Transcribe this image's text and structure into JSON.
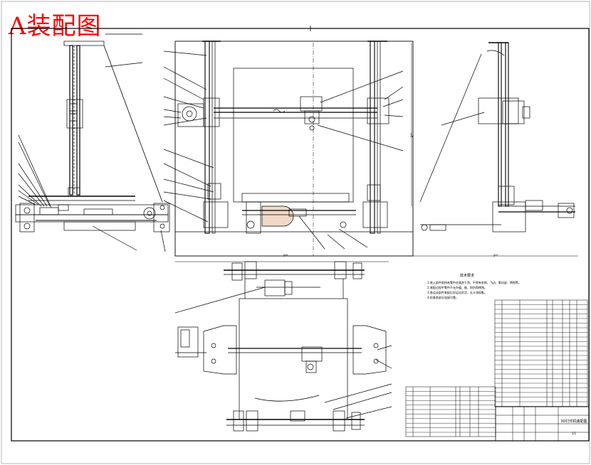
{
  "title": "A装配图",
  "tech_requirements": {
    "heading": "技术要求",
    "lines": [
      "1.装入部件前所有零件应清洗干净，不得有毛刺、飞边、氧化皮、锈蚀等。",
      "2.装配过程中零件不允许磕、碰、划伤和锈蚀。",
      "3.各运动部件装配后应运动灵活，无卡滞现象。",
      "4.检查各部分连接可靠。"
    ]
  },
  "title_block": {
    "drawing_name": "3D打印机装配图",
    "sheet": "1/1"
  },
  "dimension_labels": {
    "front_width": "4**",
    "side_width": "4**",
    "total_height": "4**"
  }
}
